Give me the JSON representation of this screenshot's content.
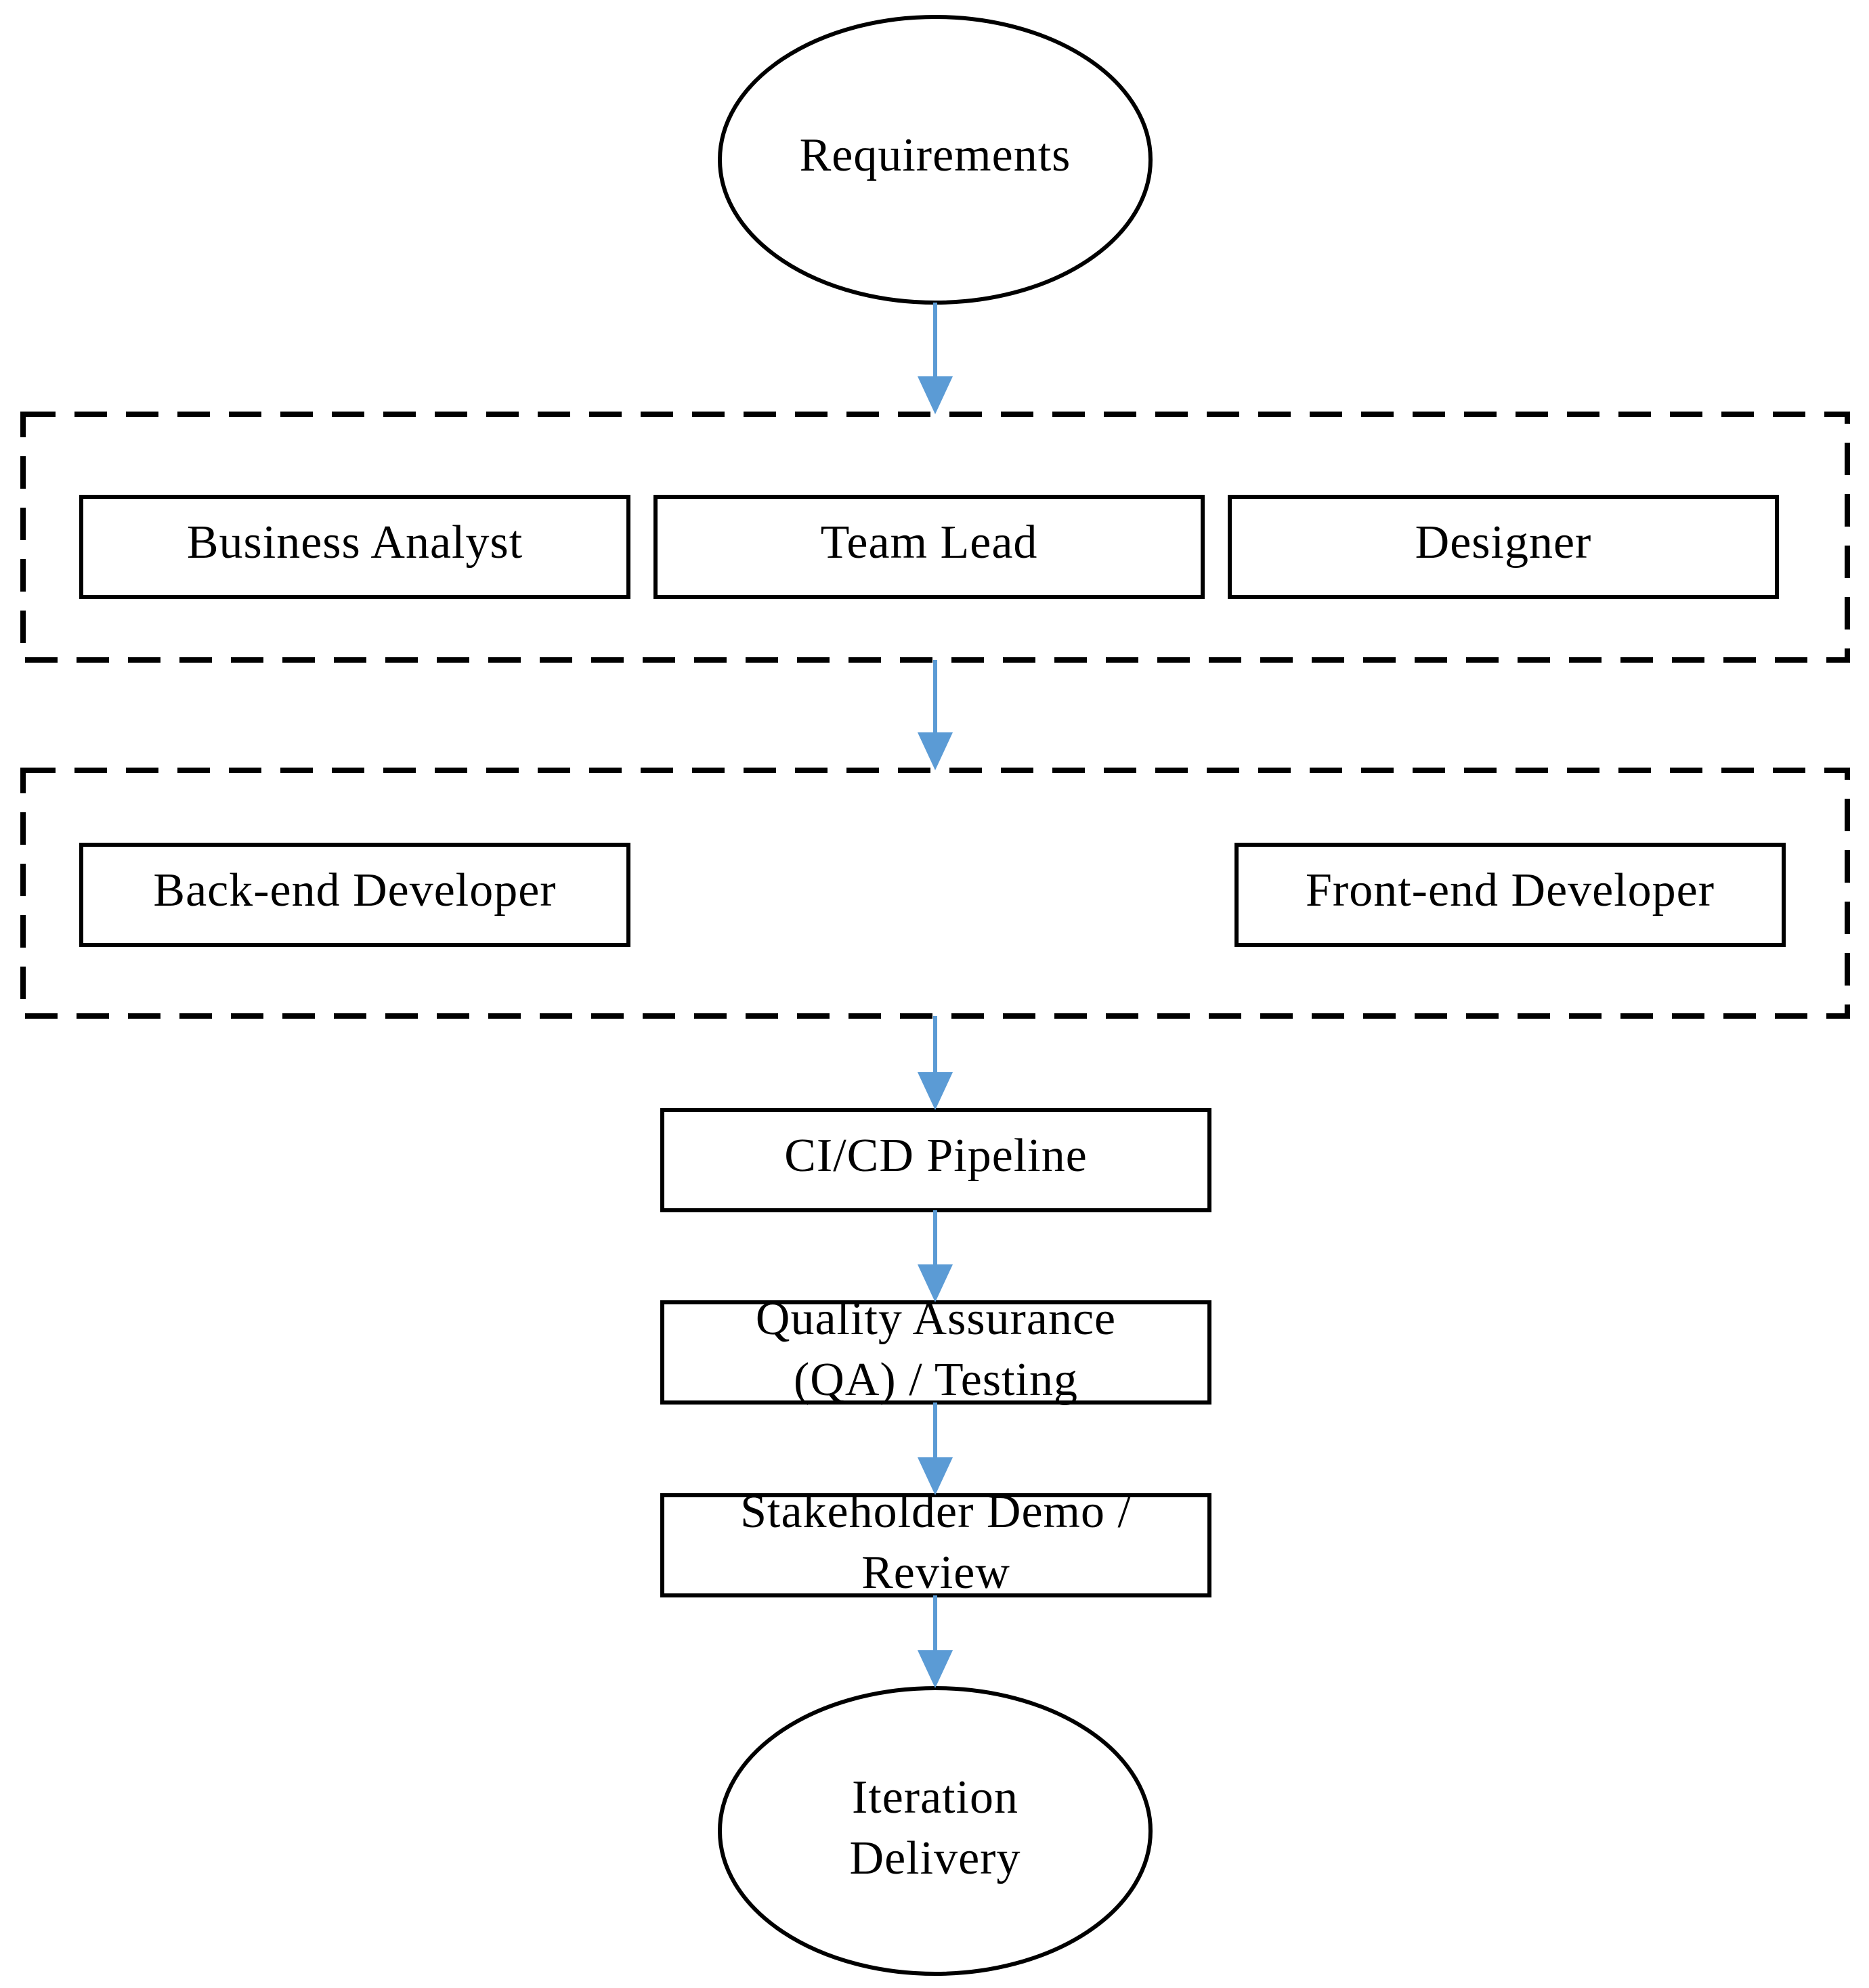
{
  "diagram": {
    "colors": {
      "connector": "#5b9bd5",
      "outline": "#000000",
      "background": "#ffffff"
    },
    "nodes": {
      "requirements": "Requirements",
      "business_analyst": "Business Analyst",
      "team_lead": "Team Lead",
      "designer": "Designer",
      "backend_developer": "Back-end Developer",
      "frontend_developer": "Front-end Developer",
      "cicd_pipeline": "CI/CD Pipeline",
      "qa_line1": "Quality Assurance",
      "qa_line2": "(QA) / Testing",
      "demo_line1": "Stakeholder Demo /",
      "demo_line2": "Review",
      "delivery_line1": "Iteration",
      "delivery_line2": "Delivery"
    },
    "flow": [
      "Requirements",
      "Business Analyst / Team Lead / Designer",
      "Back-end Developer / Front-end Developer",
      "CI/CD Pipeline",
      "Quality Assurance (QA) / Testing",
      "Stakeholder Demo / Review",
      "Iteration Delivery"
    ]
  }
}
